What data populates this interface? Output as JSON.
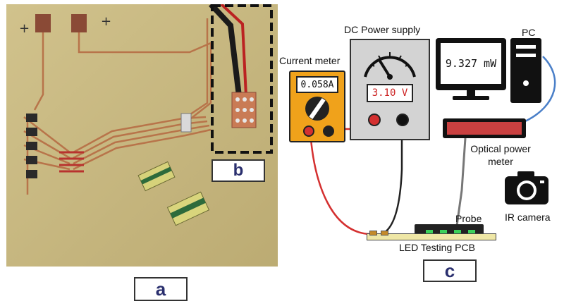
{
  "panels": {
    "a": "a",
    "b": "b",
    "c": "c"
  },
  "devices": {
    "current_meter": {
      "label": "Current meter",
      "reading": "0.058A"
    },
    "power_supply": {
      "label": "DC Power supply",
      "reading": "3.10 V"
    },
    "pc": {
      "label": "PC",
      "reading": "9.327 mW"
    },
    "optical_meter": {
      "label_line1": "Optical power",
      "label_line2": "meter"
    },
    "ir_camera": {
      "label": "IR camera"
    },
    "probe": {
      "label": "Probe"
    },
    "pcb": {
      "label": "LED Testing PCB"
    }
  },
  "colors": {
    "board": "#cdbd85",
    "copper": "#b9744c",
    "meter_body": "#f0a21b",
    "supply_body": "#d3d3d3",
    "optical_meter_body": "#c94040",
    "lead_red": "#d43030",
    "lead_black": "#222222",
    "usb_blue": "#4a7fc8",
    "tag_text": "#2a2f6e"
  }
}
